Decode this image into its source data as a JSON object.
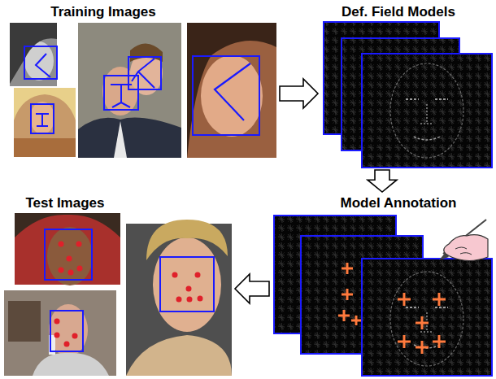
{
  "diagram": {
    "nodes": [
      {
        "text": [
          "Training Images"
        ]
      },
      {
        "text": [
          "Def. Field Models"
        ]
      },
      {
        "text": [
          "Model Annotation"
        ]
      },
      {
        "text": [
          "Test Images"
        ]
      }
    ],
    "edges": [
      {
        "from": 0,
        "to": 1,
        "arrow": "to"
      },
      {
        "from": 1,
        "to": 2,
        "arrow": "to"
      },
      {
        "from": 2,
        "to": 3,
        "arrow": "to"
      }
    ]
  }
}
